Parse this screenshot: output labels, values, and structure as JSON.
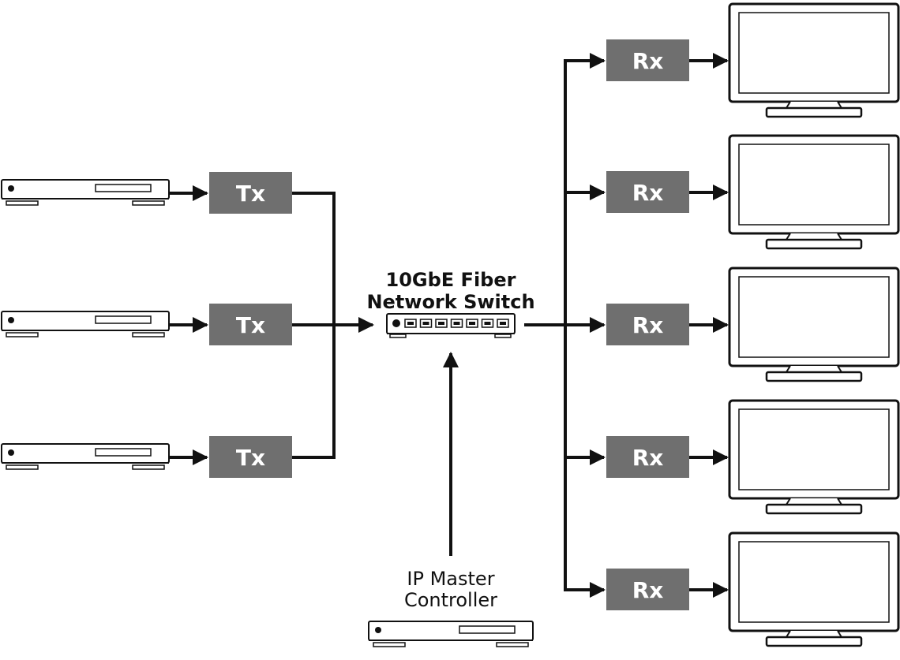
{
  "colors": {
    "box_fill": "#6f6f6f",
    "line": "#111111",
    "box_text": "#ffffff"
  },
  "transmitters": [
    {
      "label": "Tx"
    },
    {
      "label": "Tx"
    },
    {
      "label": "Tx"
    }
  ],
  "receivers": [
    {
      "label": "Rx"
    },
    {
      "label": "Rx"
    },
    {
      "label": "Rx"
    },
    {
      "label": "Rx"
    },
    {
      "label": "Rx"
    }
  ],
  "switch": {
    "title_line1": "10GbE Fiber",
    "title_line2": "Network Switch",
    "port_count": 7
  },
  "controller": {
    "label_line1": "IP Master",
    "label_line2": "Controller"
  },
  "icons": {
    "source": "media-player-icon",
    "display": "monitor-icon",
    "switch": "network-switch-icon",
    "controller": "controller-device-icon"
  }
}
